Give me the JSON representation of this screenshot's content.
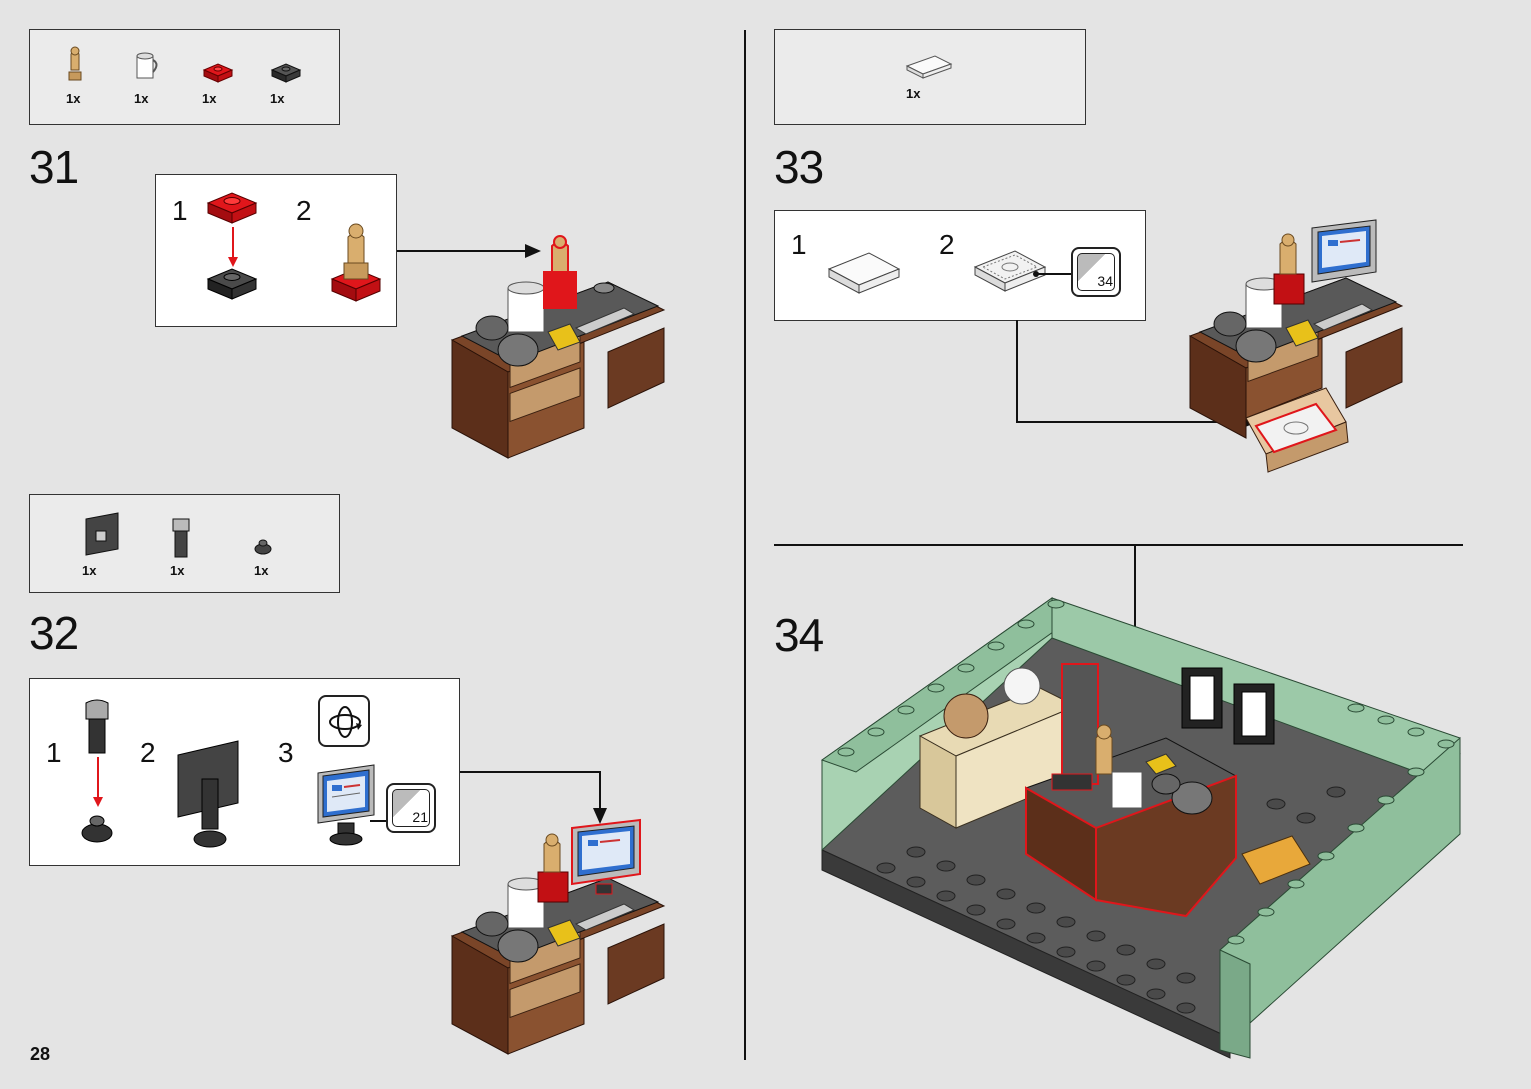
{
  "page_number": "28",
  "steps": {
    "s31": {
      "number": "31",
      "parts": [
        "1x",
        "1x",
        "1x",
        "1x"
      ],
      "sub": [
        "1",
        "2"
      ]
    },
    "s32": {
      "number": "32",
      "parts": [
        "1x",
        "1x",
        "1x"
      ],
      "sub": [
        "1",
        "2",
        "3"
      ],
      "ref_page": "21"
    },
    "s33": {
      "number": "33",
      "parts": [
        "1x"
      ],
      "sub": [
        "1",
        "2"
      ],
      "ref_page": "34"
    },
    "s34": {
      "number": "34"
    }
  },
  "colors": {
    "background": "#e4e4e4",
    "brick_brown": "#6b3a22",
    "drawer_tan": "#c49a6c",
    "highlight_red": "#e0161b",
    "sand_green": "#8fbf9c",
    "baseplate_gray": "#5c5c5c"
  }
}
